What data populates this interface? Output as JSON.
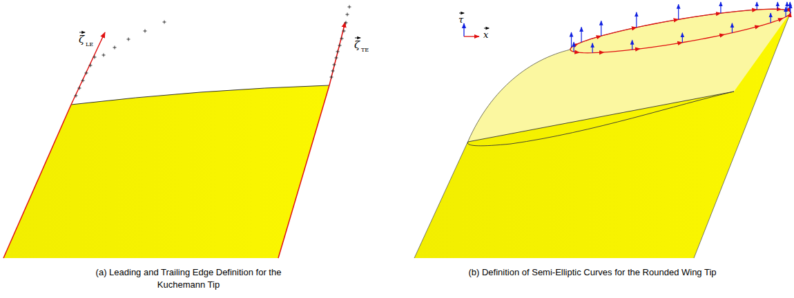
{
  "diagram": {
    "labels": [
      "ζ",
      "LE",
      "ζ",
      "TE",
      "τ",
      "x",
      "(a) Leading and Trailing Edge Definition for the Kuchemann Tip",
      "(b) Definition of Semi-Elliptic Curves for the Rounded Wing Tip"
    ]
  }
}
